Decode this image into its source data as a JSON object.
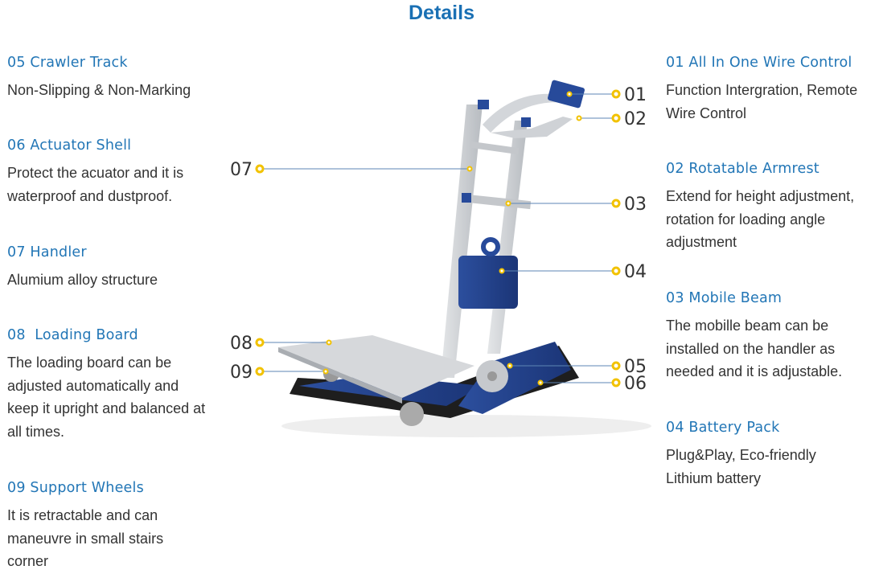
{
  "title": "Details",
  "left_features": [
    {
      "heading": "05 Crawler Track",
      "text": "Non-Slipping & Non-Marking"
    },
    {
      "heading": "06 Actuator Shell",
      "text": "Protect the acuator and it is waterproof and dustproof."
    },
    {
      "heading": "07 Handler",
      "text": "Alumium alloy structure"
    },
    {
      "heading": "08  Loading Board",
      "text": "The loading board can be adjusted automatically and keep it upright and balanced at all times."
    },
    {
      "heading": "09 Support Wheels",
      "text": "It is retractable and can maneuvre in small stairs corner"
    }
  ],
  "right_features": [
    {
      "heading": "01 All In One Wire Control",
      "text": "Function Intergration, Remote Wire Control"
    },
    {
      "heading": "02 Rotatable Armrest",
      "text": "Extend for height adjustment, rotation for loading angle adjustment"
    },
    {
      "heading": "03 Mobile Beam",
      "text": "The mobille beam can be installed on the handler as needed and it is adjustable."
    },
    {
      "heading": "04 Battery Pack",
      "text": "Plug&Play, Eco-friendly Lithium battery"
    }
  ],
  "callouts": {
    "c01": "01",
    "c02": "02",
    "c03": "03",
    "c04": "04",
    "c05": "05",
    "c06": "06",
    "c07": "07",
    "c08": "08",
    "c09": "09"
  },
  "colors": {
    "accent": "#1a70b4",
    "dot": "#f2c200",
    "body": "#1e3f8a",
    "metal": "#c9ccd0"
  }
}
